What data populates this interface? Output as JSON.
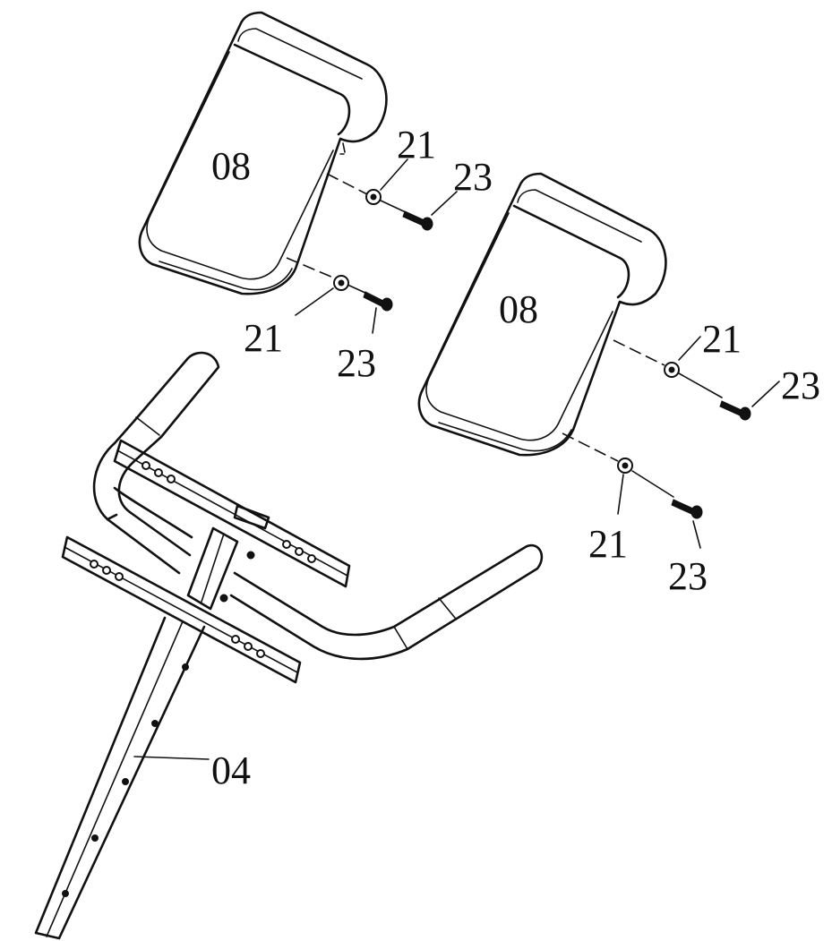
{
  "labels": {
    "pad_left": "08",
    "pad_right": "08",
    "washer_1": "21",
    "washer_2": "21",
    "washer_3": "21",
    "washer_4": "21",
    "bolt_1": "23",
    "bolt_2": "23",
    "bolt_3": "23",
    "bolt_4": "23",
    "post": "04"
  },
  "colors": {
    "line": "#111111",
    "background": "#ffffff"
  }
}
